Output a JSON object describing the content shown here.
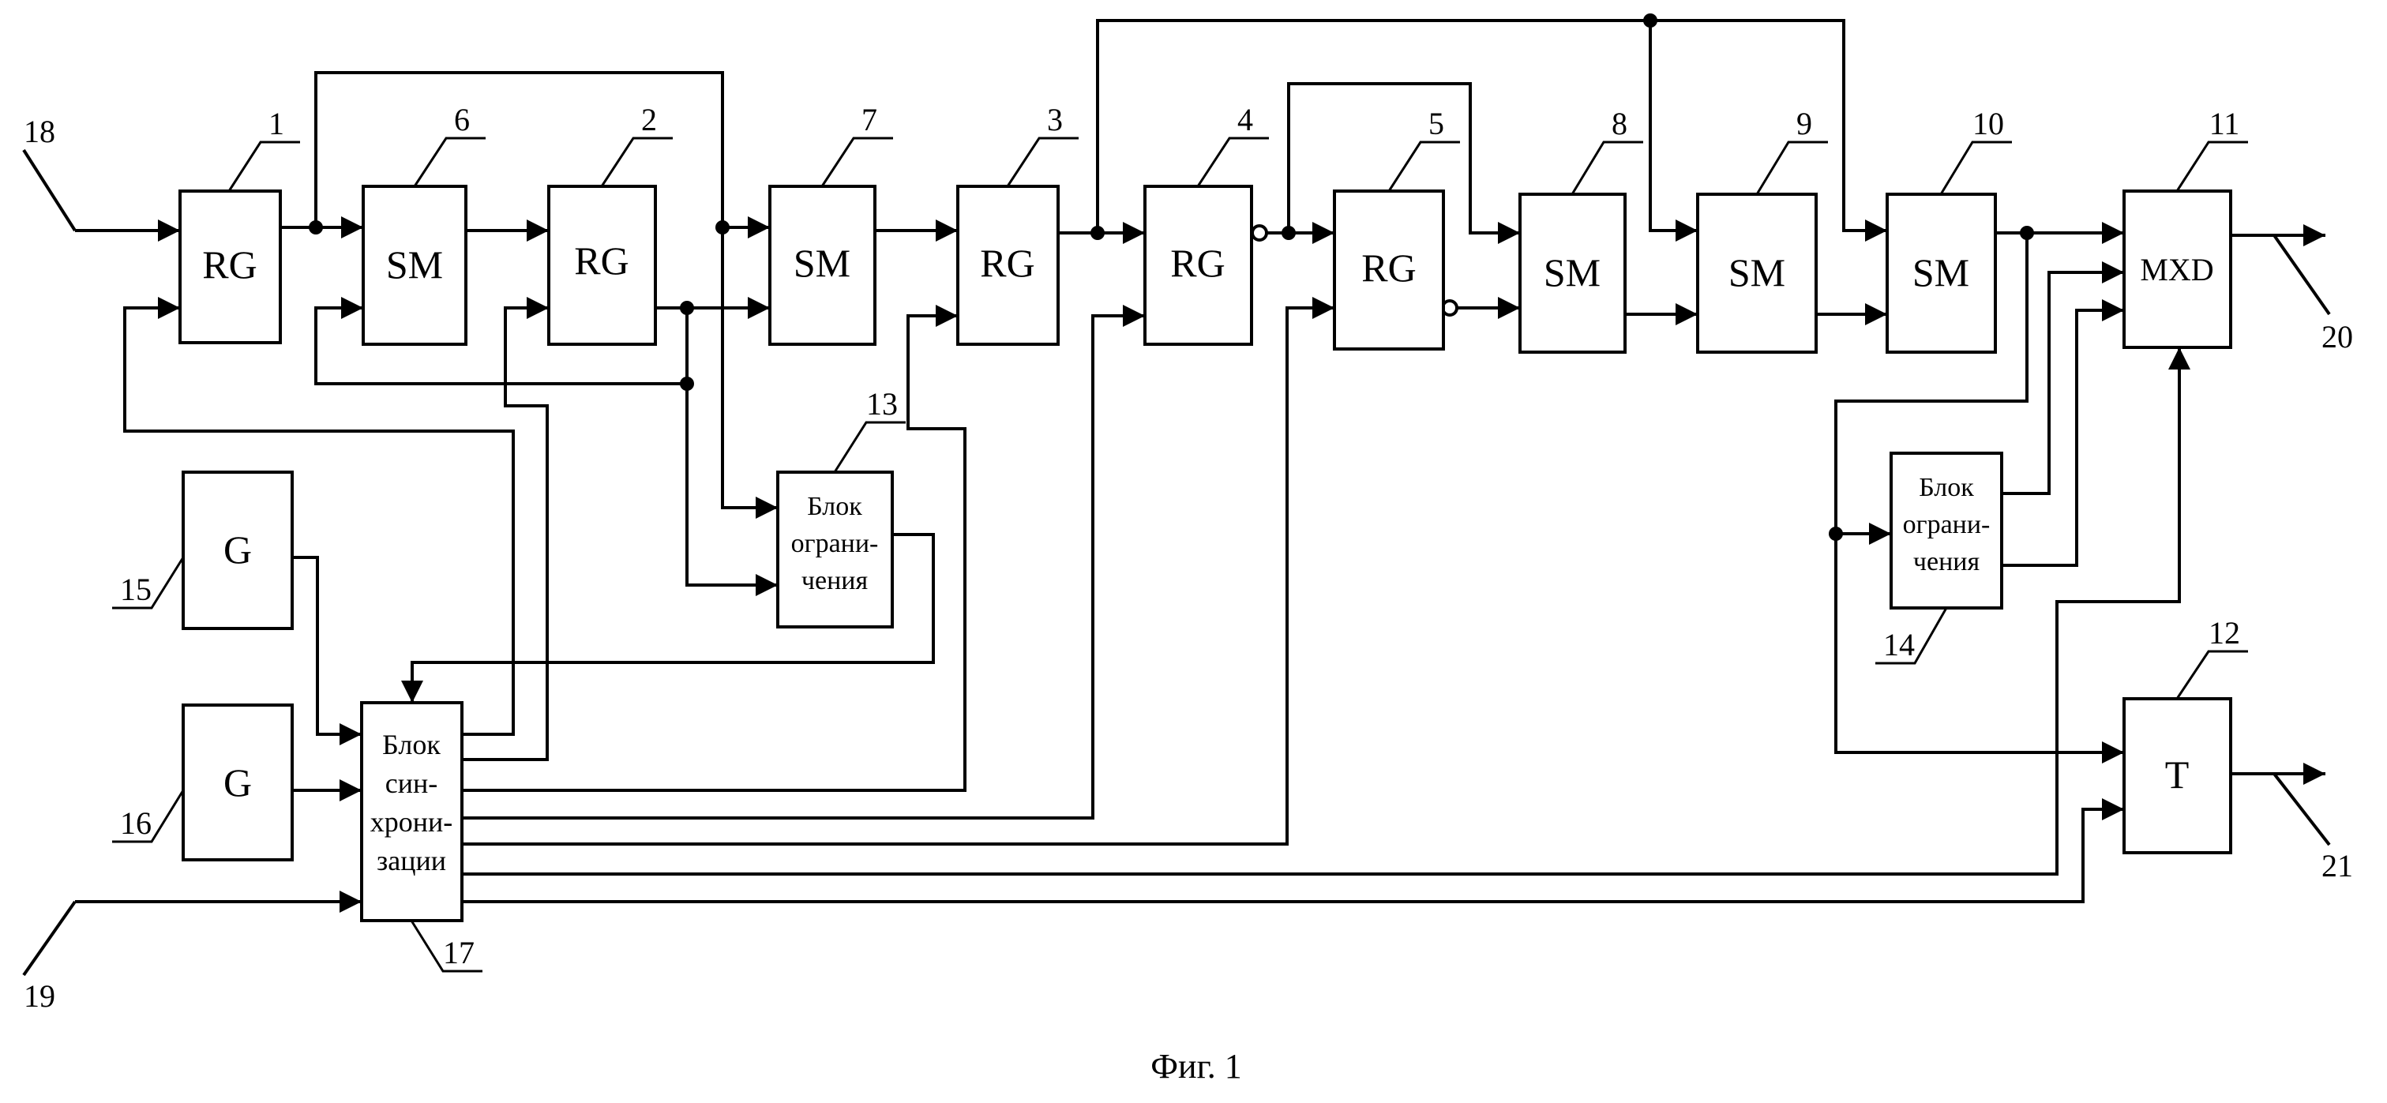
{
  "blocks": [
    {
      "id": "b1",
      "label": "RG",
      "number": "1"
    },
    {
      "id": "b2",
      "label": "RG",
      "number": "2"
    },
    {
      "id": "b3",
      "label": "RG",
      "number": "3"
    },
    {
      "id": "b4",
      "label": "RG",
      "number": "4"
    },
    {
      "id": "b5",
      "label": "RG",
      "number": "5"
    },
    {
      "id": "b6",
      "label": "SM",
      "number": "6"
    },
    {
      "id": "b7",
      "label": "SM",
      "number": "7"
    },
    {
      "id": "b8",
      "label": "SM",
      "number": "8"
    },
    {
      "id": "b9",
      "label": "SM",
      "number": "9"
    },
    {
      "id": "b10",
      "label": "SM",
      "number": "10"
    },
    {
      "id": "b11",
      "label": "MXD",
      "number": "11"
    },
    {
      "id": "b12",
      "label": "T",
      "number": "12"
    },
    {
      "id": "b13",
      "lines": [
        "Блок",
        "ограни-",
        "чения"
      ],
      "number": "13"
    },
    {
      "id": "b14",
      "lines": [
        "Блок",
        "ограни-",
        "чения"
      ],
      "number": "14"
    },
    {
      "id": "b15",
      "label": "G",
      "number": "15"
    },
    {
      "id": "b16",
      "label": "G",
      "number": "16"
    },
    {
      "id": "b17",
      "lines": [
        "Блок",
        "син-",
        "хрони-",
        "зации"
      ],
      "number": "17"
    }
  ],
  "terminals": {
    "in_18": "18",
    "in_19": "19",
    "out_20": "20",
    "out_21": "21"
  },
  "caption": "Фиг. 1"
}
